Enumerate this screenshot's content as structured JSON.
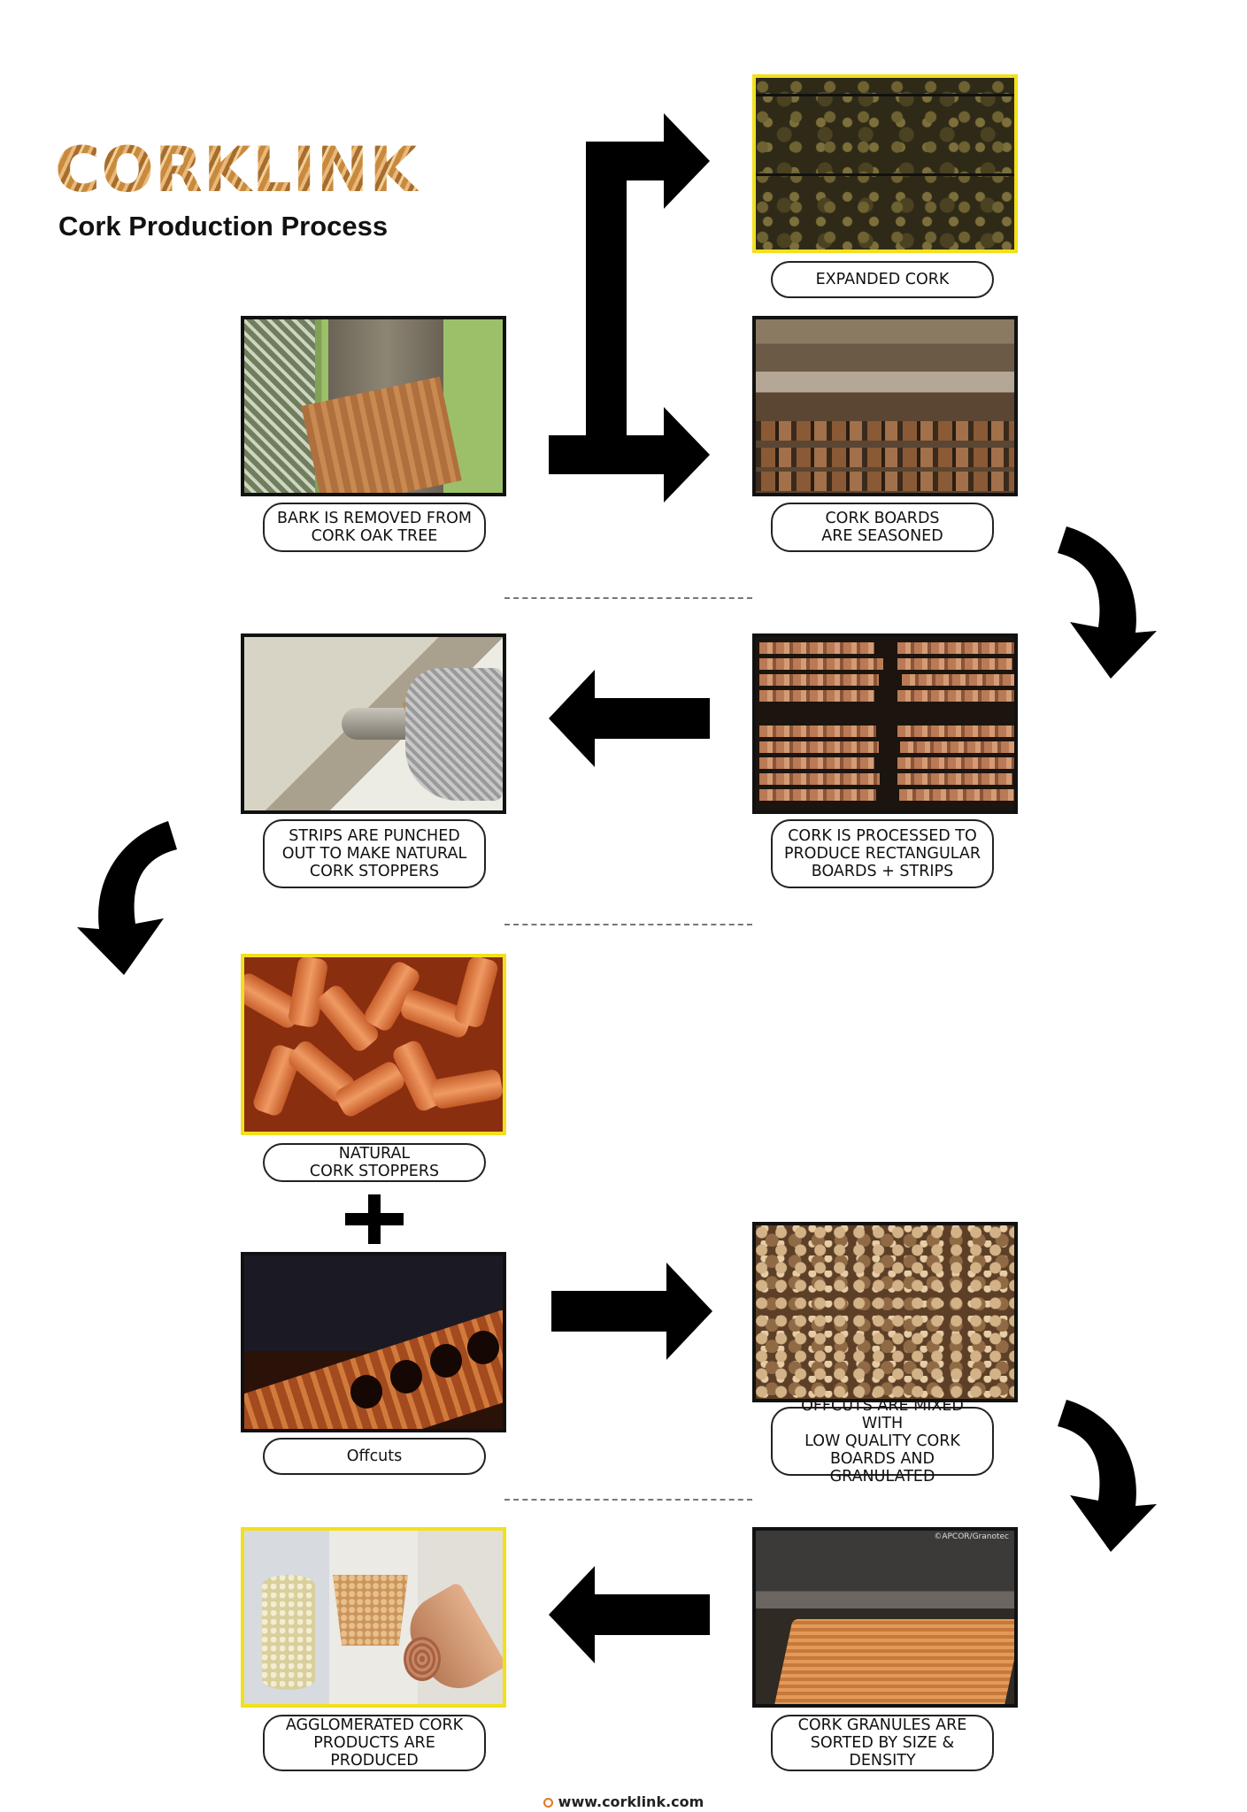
{
  "header": {
    "logo_text": "CORKLINK",
    "title": "Cork Production Process"
  },
  "steps": {
    "expanded_cork": "EXPANDED CORK",
    "bark_removed": "BARK IS REMOVED FROM\nCORK OAK TREE",
    "boards_seasoned": "CORK BOARDS\nARE SEASONED",
    "strips_punched": "STRIPS ARE PUNCHED\nOUT TO MAKE NATURAL\nCORK STOPPERS",
    "processed_boards": "CORK IS PROCESSED TO\nPRODUCE RECTANGULAR\nBOARDS + STRIPS",
    "natural_stoppers": "NATURAL\nCORK STOPPERS",
    "offcuts": "Offcuts",
    "offcuts_mixed": "OFFCUTS ARE MIXED WITH\nLOW QUALITY CORK\nBOARDS AND GRANULATED",
    "agglomerated": "AGGLOMERATED CORK\nPRODUCTS ARE PRODUCED",
    "granules_sorted": "CORK GRANULES ARE\nSORTED BY SIZE & DENSITY"
  },
  "image_credit": "©APCOR/Granotec",
  "footer": {
    "url": "www.corklink.com"
  },
  "colors": {
    "highlight_border": "#f2e01c",
    "arrow": "#000000",
    "cork_brown": "#c98a3e"
  },
  "icons": [
    "straight-arrow-right",
    "straight-arrow-left",
    "curved-arrow-down",
    "bracket-split-arrow",
    "plus-sign",
    "globe-icon"
  ]
}
